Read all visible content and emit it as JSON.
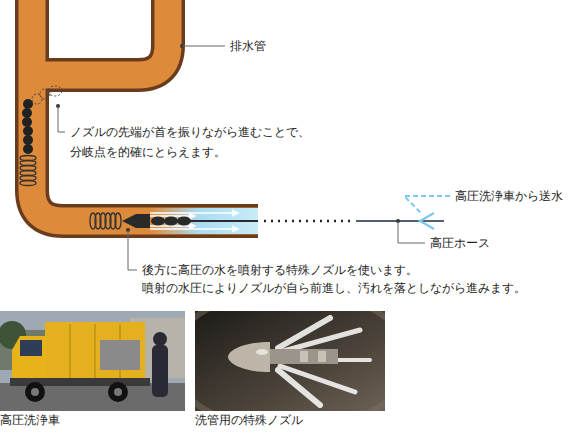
{
  "diagram": {
    "nodes": [
      {
        "text": [
          "高圧洗浄車"
        ]
      },
      {
        "text": [
          "洗管用の特殊ノズル"
        ]
      }
    ],
    "labels": [
      "排水管",
      "ノズルの先端が首を振りながら進むことで、",
      "分岐点を的確にとらえます。",
      "高圧洗浄車から送水",
      "高圧ホース",
      "後方に高圧の水を噴射する特殊ノズルを使います。",
      "噴射の水圧によりノズルが自ら前進し、汚れを落としながら進みます。"
    ]
  }
}
